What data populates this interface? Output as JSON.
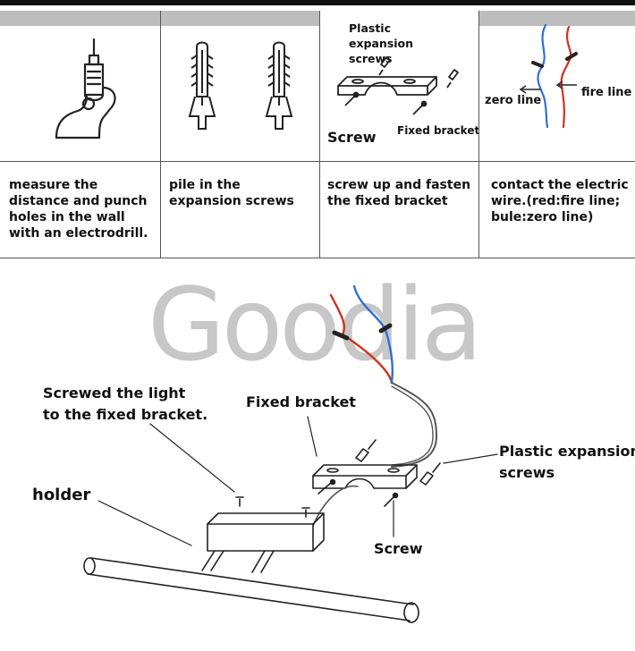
{
  "steps": [
    {
      "caption": "measure the distance and punch holes in the wall with an electrodrill.",
      "icon": "electric-drill-icon"
    },
    {
      "caption": "pile in the expansion screws",
      "icon": "expansion-anchor-icon"
    },
    {
      "caption": "screw up and fasten the fixed bracket",
      "icon": "bracket-icon"
    },
    {
      "caption": "contact the electric wire.(red:fire line; bule:zero line)",
      "icon": "wire-icon"
    }
  ],
  "step3_labels": {
    "plastic_expansion_screws": "Plastic expansion screws",
    "screw": "Screw",
    "fixed_bracket": "Fixed bracket"
  },
  "step4_labels": {
    "zero_line": "zero line",
    "fire_line": "fire line"
  },
  "brand": {
    "logo_text": "Goodia",
    "logo_color": "#c7c7c7"
  },
  "assembly_labels": {
    "screwed_light_line1": "Screwed the light",
    "screwed_light_line2": "to the fixed bracket.",
    "fixed_bracket": "Fixed bracket",
    "plastic_line1": "Plastic expansion",
    "plastic_line2": "screws",
    "holder": "holder",
    "screw": "Screw"
  },
  "colors": {
    "fire_line": "#d0321e",
    "zero_line": "#2f6fd6",
    "header_bar": "#bdbdbd"
  }
}
